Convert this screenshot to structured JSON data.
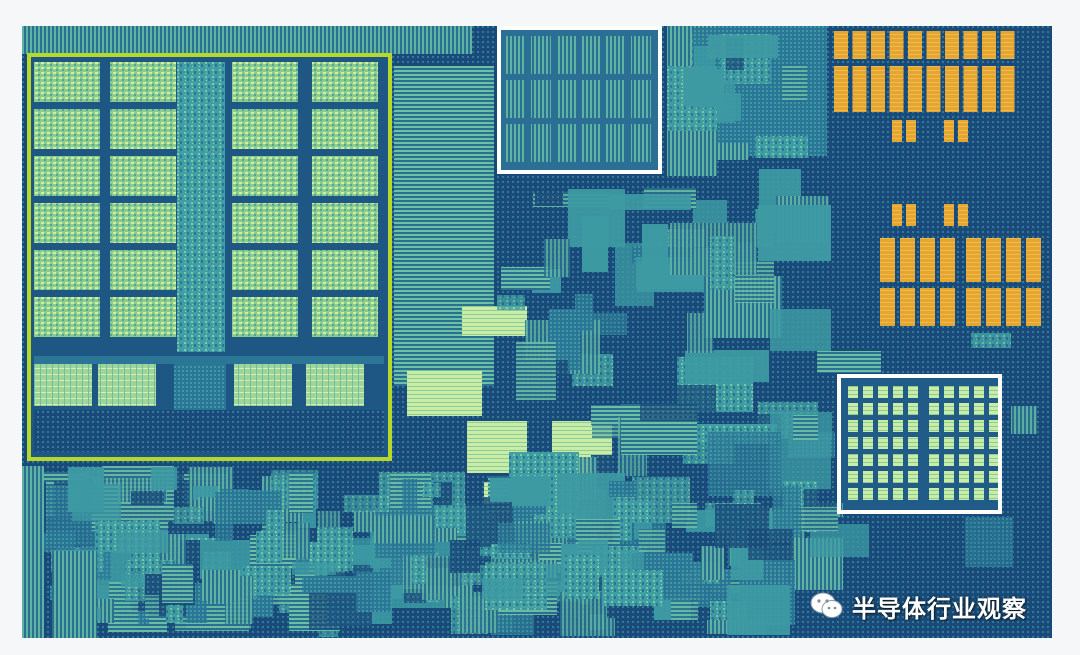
{
  "image": {
    "subject": "chip-die-photo",
    "palette": {
      "background": "#1b4f7f",
      "deep": "#143c6b",
      "mid": "#2b7596",
      "teal": "#3d9aa3",
      "mint": "#6cc0a4",
      "light": "#aedc9b",
      "pale": "#d8f0a8",
      "orange": "#e5a531",
      "highlight_green": "#b6d82a",
      "highlight_white": "#ffffff"
    }
  },
  "highlights": [
    {
      "id": "green",
      "color": "#b6d82a"
    },
    {
      "id": "white-top",
      "color": "#ffffff"
    },
    {
      "id": "white-right",
      "color": "#ffffff"
    }
  ],
  "watermark": {
    "icon": "wechat-icon",
    "text": "半导体行业观察"
  }
}
